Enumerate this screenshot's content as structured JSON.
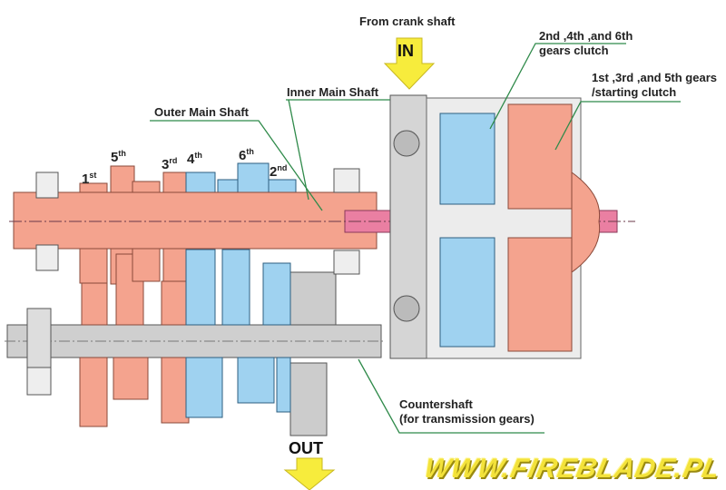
{
  "labels": {
    "from_crank": "From crank shaft",
    "in": "IN",
    "out": "OUT",
    "inner_main_shaft": "Inner Main Shaft",
    "outer_main_shaft": "Outer Main Shaft",
    "even_clutch_line1": "2nd ,4th ,and 6th",
    "even_clutch_line2": "gears clutch",
    "odd_clutch_line1": "1st ,3rd ,and 5th gears",
    "odd_clutch_line2": "/starting clutch",
    "countershaft_line1": "Countershaft",
    "countershaft_line2": "(for transmission gears)"
  },
  "gears": [
    {
      "num": "1",
      "suffix": "st"
    },
    {
      "num": "5",
      "suffix": "th"
    },
    {
      "num": "3",
      "suffix": "rd"
    },
    {
      "num": "4",
      "suffix": "th"
    },
    {
      "num": "6",
      "suffix": "th"
    },
    {
      "num": "2",
      "suffix": "nd"
    }
  ],
  "watermark": "WWW.FIREBLADE.PL",
  "colors": {
    "odd": "#f4a38e",
    "even": "#9fd2f0",
    "grey": "#c8c8c8",
    "leader": "#2f8a4a",
    "arrow": "#f7ec3c"
  }
}
